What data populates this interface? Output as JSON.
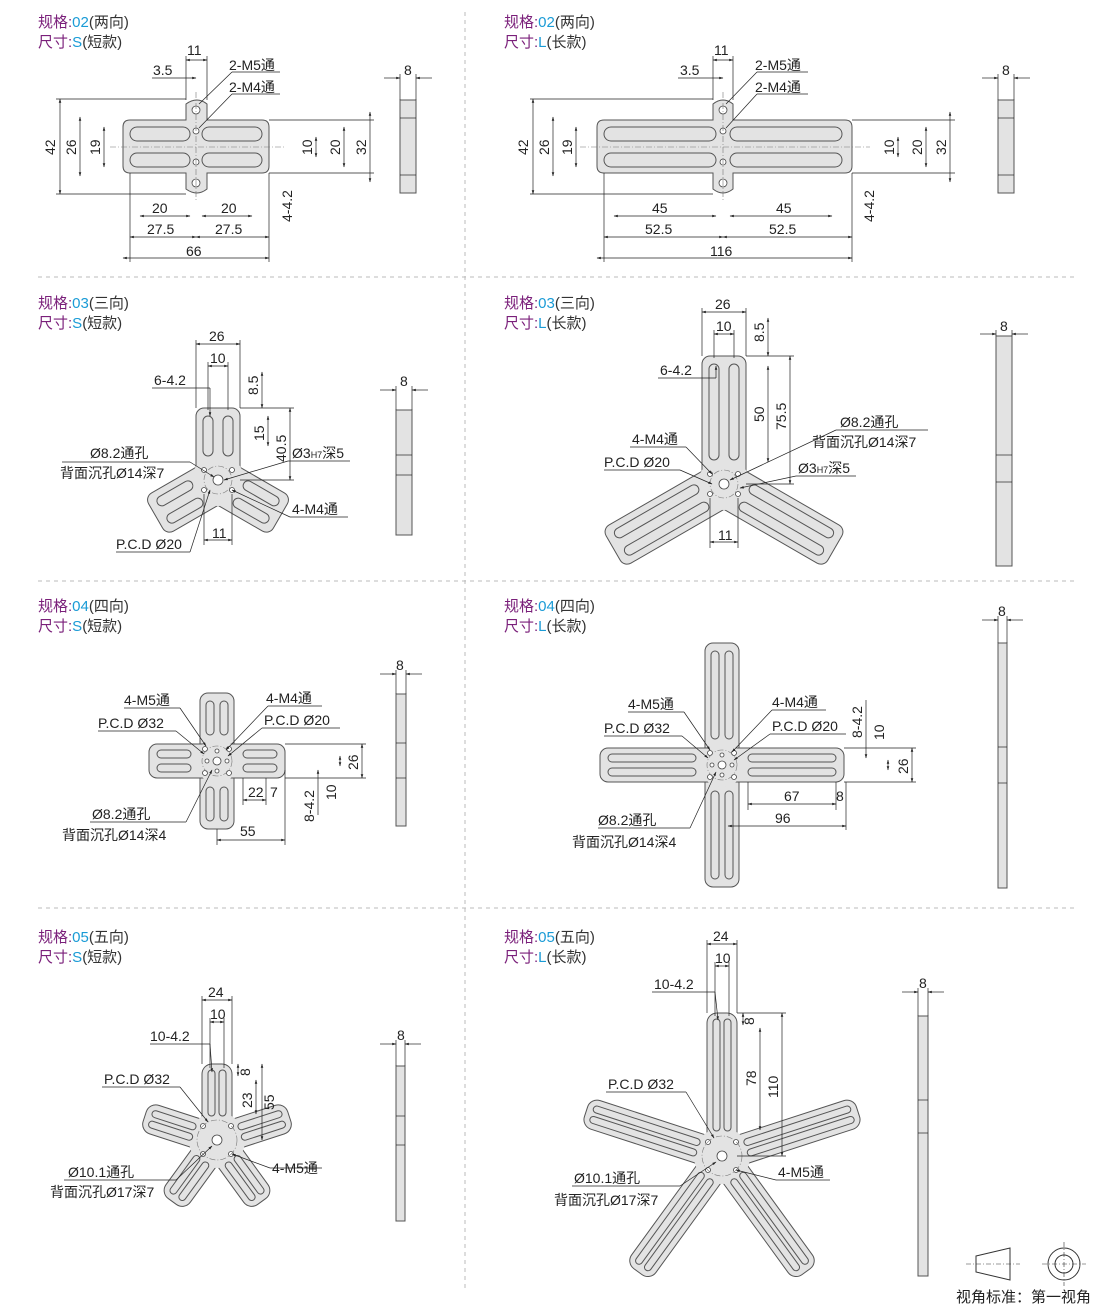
{
  "labels": {
    "spec": "规格:",
    "size": "尺寸:"
  },
  "panels": [
    {
      "id": "p02s",
      "spec_val": "02",
      "spec_txt": "(两向)",
      "size_val": "S",
      "size_txt": "(短款)"
    },
    {
      "id": "p02l",
      "spec_val": "02",
      "spec_txt": "(两向)",
      "size_val": "L",
      "size_txt": "(长款)"
    },
    {
      "id": "p03s",
      "spec_val": "03",
      "spec_txt": "(三向)",
      "size_val": "S",
      "size_txt": "(短款)"
    },
    {
      "id": "p03l",
      "spec_val": "03",
      "spec_txt": "(三向)",
      "size_val": "L",
      "size_txt": "(长款)"
    },
    {
      "id": "p04s",
      "spec_val": "04",
      "spec_txt": "(四向)",
      "size_val": "S",
      "size_txt": "(短款)"
    },
    {
      "id": "p04l",
      "spec_val": "04",
      "spec_txt": "(四向)",
      "size_val": "L",
      "size_txt": "(长款)"
    },
    {
      "id": "p05s",
      "spec_val": "05",
      "spec_txt": "(五向)",
      "size_val": "S",
      "size_txt": "(短款)"
    },
    {
      "id": "p05l",
      "spec_val": "05",
      "spec_txt": "(五向)",
      "size_val": "L",
      "size_txt": "(长款)"
    }
  ],
  "dims": {
    "p02s": [
      "11",
      "3.5",
      "2-M5通",
      "2-M4通",
      "42",
      "26",
      "19",
      "10",
      "20",
      "32",
      "4-4.2",
      "20",
      "20",
      "27.5",
      "27.5",
      "66",
      "8"
    ],
    "p02l": [
      "11",
      "3.5",
      "2-M5通",
      "2-M4通",
      "42",
      "26",
      "19",
      "10",
      "20",
      "32",
      "4-4.2",
      "45",
      "45",
      "52.5",
      "52.5",
      "116",
      "8"
    ],
    "p03s": [
      "26",
      "10",
      "6-4.2",
      "8.5",
      "15",
      "40.5",
      "Ø3",
      "H7",
      "深5",
      "Ø8.2通孔",
      "背面沉孔Ø14深7",
      "4-M4通",
      "11",
      "P.C.D Ø20",
      "8"
    ],
    "p03l": [
      "26",
      "10",
      "8.5",
      "6-4.2",
      "50",
      "75.5",
      "Ø8.2通孔",
      "背面沉孔Ø14深7",
      "4-M4通",
      "P.C.D Ø20",
      "Ø3",
      "H7",
      "深5",
      "11",
      "8"
    ],
    "p04s": [
      "4-M5通",
      "4-M4通",
      "P.C.D Ø32",
      "P.C.D Ø20",
      "26",
      "22",
      "7",
      "10",
      "8-4.2",
      "Ø8.2通孔",
      "背面沉孔Ø14深4",
      "55",
      "8"
    ],
    "p04l": [
      "4-M5通",
      "4-M4通",
      "P.C.D Ø32",
      "P.C.D Ø20",
      "8-4.2",
      "10",
      "26",
      "67",
      "8",
      "96",
      "Ø8.2通孔",
      "背面沉孔Ø14深4",
      "8"
    ],
    "p05s": [
      "24",
      "10",
      "10-4.2",
      "8",
      "23",
      "55",
      "P.C.D Ø32",
      "Ø10.1通孔",
      "背面沉孔Ø17深7",
      "4-M5通",
      "8"
    ],
    "p05l": [
      "24",
      "10",
      "10-4.2",
      "8",
      "78",
      "110",
      "P.C.D Ø32",
      "Ø10.1通孔",
      "背面沉孔Ø17深7",
      "4-M5通",
      "8"
    ]
  },
  "legend": {
    "text": "视角标准：第一视角"
  },
  "icons": [
    "first-angle-projection-icon"
  ]
}
